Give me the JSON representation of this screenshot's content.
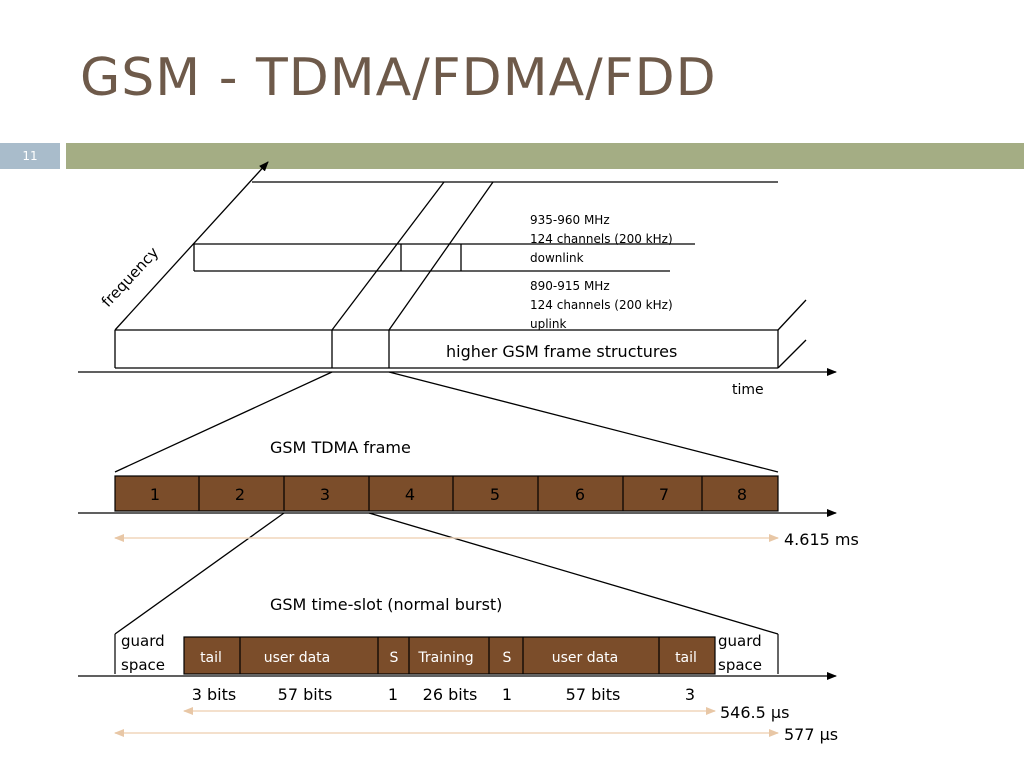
{
  "title": "GSM - TDMA/FDMA/FDD",
  "slide_number": "11",
  "colors": {
    "title": "#6e5a4a",
    "band": "#a4ad84",
    "slide_num_bg": "#a9bccb",
    "slot_fill": "#7b4d2a",
    "duration_arrow": "#f2d9c2"
  },
  "axis": {
    "frequency": "frequency",
    "time": "time"
  },
  "downlink": {
    "range": "935-960 MHz",
    "channels": "124 channels (200 kHz)",
    "label": "downlink"
  },
  "uplink": {
    "range": "890-915 MHz",
    "channels": "124 channels (200 kHz)",
    "label": "uplink"
  },
  "higher_frame": "higher GSM frame structures",
  "tdma_frame": {
    "title": "GSM TDMA frame",
    "slots": [
      "1",
      "2",
      "3",
      "4",
      "5",
      "6",
      "7",
      "8"
    ],
    "duration": "4.615 ms"
  },
  "time_slot": {
    "title": "GSM time-slot (normal burst)",
    "guard_left": [
      "guard",
      "space"
    ],
    "guard_right": [
      "guard",
      "space"
    ],
    "segments": [
      "tail",
      "user data",
      "S",
      "Training",
      "S",
      "user data",
      "tail"
    ],
    "bits": [
      "3 bits",
      "57 bits",
      "1",
      "26 bits",
      "1",
      "57 bits",
      "3"
    ],
    "burst_duration": "546.5 µs",
    "slot_duration": "577 µs"
  }
}
